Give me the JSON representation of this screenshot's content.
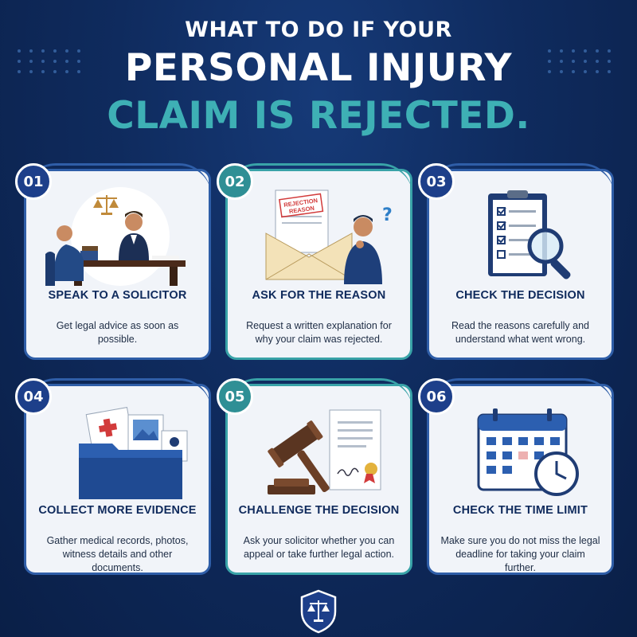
{
  "header": {
    "line1": "WHAT TO DO IF YOUR",
    "line2": "PERSONAL INJURY",
    "line3": "CLAIM IS REJECTED."
  },
  "colors": {
    "background": "#0c2350",
    "accent_teal": "#3eb0b5",
    "accent_blue": "#2f5ea8",
    "card": "#f1f4f9",
    "heading": "#0f2a5c"
  },
  "steps": [
    {
      "number": "01",
      "title": "SPEAK TO A SOLICITOR",
      "description": "Get legal advice as soon as possible.",
      "icon": "lawyer-meeting-icon"
    },
    {
      "number": "02",
      "title": "ASK FOR THE REASON",
      "description": "Request a written explanation for why your claim was rejected.",
      "icon": "rejection-letter-icon",
      "stamp": "REJECTION REASON"
    },
    {
      "number": "03",
      "title": "CHECK THE DECISION",
      "description": "Read the reasons carefully and understand what went wrong.",
      "icon": "clipboard-magnifier-icon"
    },
    {
      "number": "04",
      "title": "COLLECT MORE EVIDENCE",
      "description": "Gather medical records, photos, witness details and other documents.",
      "icon": "evidence-folder-icon"
    },
    {
      "number": "05",
      "title": "CHALLENGE THE DECISION",
      "description": "Ask your solicitor whether you can appeal or take further legal action.",
      "icon": "gavel-document-icon"
    },
    {
      "number": "06",
      "title": "CHECK THE TIME LIMIT",
      "description": "Make sure you do not miss the legal deadline for taking your claim further.",
      "icon": "calendar-clock-icon"
    }
  ],
  "footer": {
    "icon": "scales-shield-icon"
  }
}
